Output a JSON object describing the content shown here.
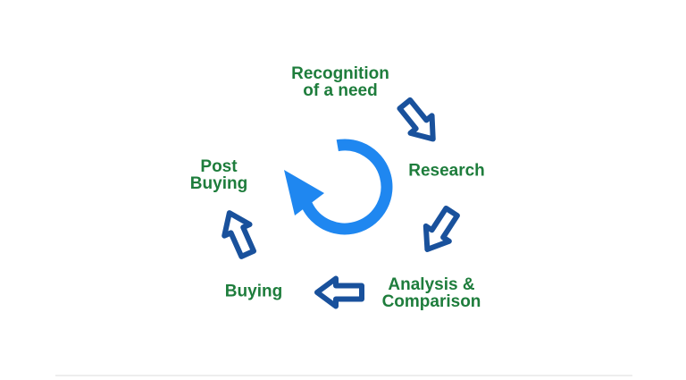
{
  "diagram": {
    "type": "cycle",
    "flow": "clockwise",
    "stages": [
      {
        "name": "recognition-of-a-need",
        "lines": [
          "Recognition",
          "of a need"
        ]
      },
      {
        "name": "research",
        "lines": [
          "Research"
        ]
      },
      {
        "name": "analysis-comparison",
        "lines": [
          "Analysis &",
          "Comparison"
        ]
      },
      {
        "name": "buying",
        "lines": [
          "Buying"
        ]
      },
      {
        "name": "post-buying",
        "lines": [
          "Post",
          "Buying"
        ]
      }
    ],
    "arrows": [
      {
        "from": "recognition-of-a-need",
        "to": "research"
      },
      {
        "from": "research",
        "to": "analysis-comparison"
      },
      {
        "from": "analysis-comparison",
        "to": "buying"
      },
      {
        "from": "buying",
        "to": "post-buying"
      }
    ]
  },
  "colors": {
    "background": "#ffffff",
    "label_green": "#1e7d3c",
    "arrow_outline_blue": "#19519c",
    "arrow_fill": "#ffffff",
    "cycle_blue": "#1f87f0"
  }
}
